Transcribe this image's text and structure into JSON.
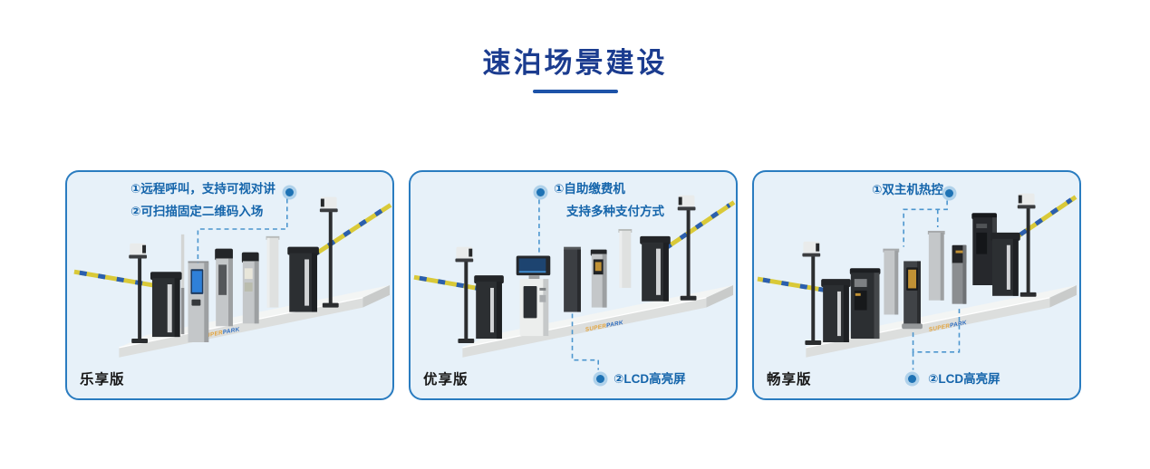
{
  "page": {
    "title": "速泊场景建设"
  },
  "theme": {
    "title_color": "#1b3c8f",
    "underline_color": "#1d53a8",
    "card_background": "#e7f1f9",
    "card_border": "#2a7cc0",
    "callout_text_color": "#1565ab",
    "callout_dot_color": "#1e72b4",
    "barrier_arm_yellow": "#d9c938",
    "barrier_arm_blue": "#2b5fae"
  },
  "platform_brand": {
    "super": "SUPER",
    "park": "PARK"
  },
  "cards": [
    {
      "version_label": "乐享版",
      "callouts": [
        {
          "lines": [
            "①远程呼叫，支持可视对讲",
            "②可扫描固定二维码入场"
          ]
        }
      ]
    },
    {
      "version_label": "优享版",
      "callouts": [
        {
          "lines": [
            "①自助缴费机",
            "支持多种支付方式"
          ]
        },
        {
          "lines": [
            "②LCD高亮屏"
          ]
        }
      ]
    },
    {
      "version_label": "畅享版",
      "callouts": [
        {
          "lines": [
            "①双主机热控"
          ]
        },
        {
          "lines": [
            "②LCD高亮屏"
          ]
        }
      ]
    }
  ]
}
